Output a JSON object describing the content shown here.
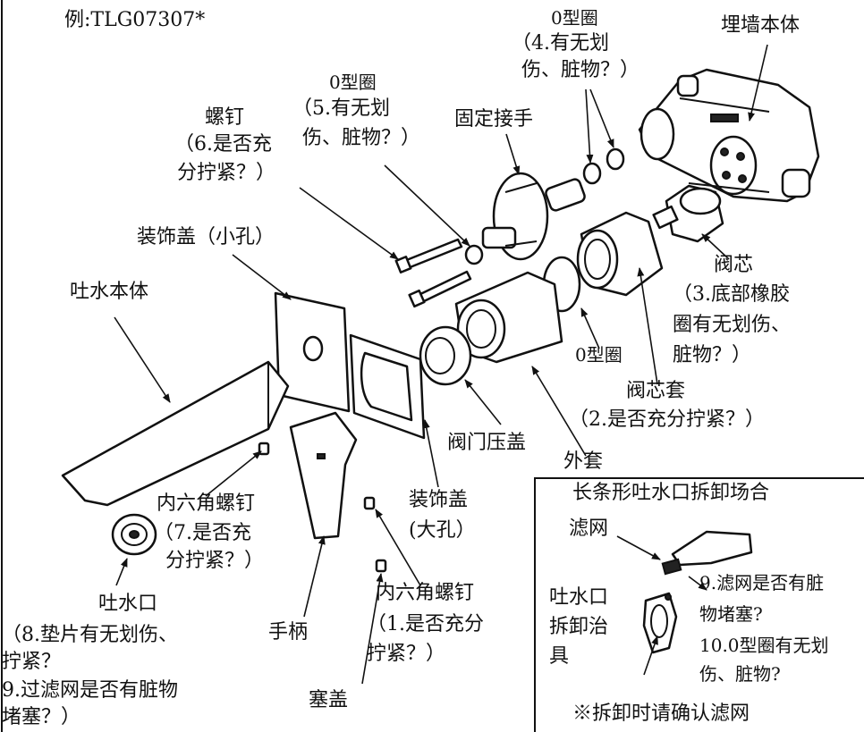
{
  "model_example": "例:TLG07307*",
  "labels": {
    "oring_top_title": "0型圈",
    "oring_top_note_1": "（4.有无划",
    "oring_top_note_2": "伤、脏物？）",
    "wall_body": "埋墙本体",
    "oring_mid_title": "0型圈",
    "oring_mid_note_1": "（5.有无划",
    "oring_mid_note_2": "伤、脏物？）",
    "fixed_joint": "固定接手",
    "screw_title": "螺钉",
    "screw_note_1": "（6.是否充",
    "screw_note_2": "分拧紧？）",
    "cover_small": "装饰盖（小孔）",
    "spout_body": "吐水本体",
    "valve_core_title": "阀芯",
    "valve_core_note_1": "（3.底部橡胶",
    "valve_core_note_2": "圈有无划伤、",
    "valve_core_note_3": "脏物？）",
    "oring_low": "0型圈",
    "valve_sleeve_title": "阀芯套",
    "valve_sleeve_note": "（2.是否充分拧紧？）",
    "valve_gland": "阀门压盖",
    "outer_sleeve": "外套",
    "hex_screw_left_title": "内六角螺钉",
    "hex_screw_left_note_1": "（7.是否充",
    "hex_screw_left_note_2": "分拧紧？）",
    "cover_large_title": "装饰盖",
    "cover_large_note": "(大孔）",
    "outlet_title": "吐水口",
    "outlet_note_1": "（8.垫片有无划伤、",
    "outlet_note_2": "拧紧？",
    "outlet_note_3": "9.过滤网是否有脏物",
    "outlet_note_4": "堵塞？）",
    "handle": "手柄",
    "hex_screw_right_title": "内六角螺钉",
    "hex_screw_right_note_1": "（1.是否充分",
    "hex_screw_right_note_2": "拧紧？）",
    "plug_cap": "塞盖"
  },
  "inset": {
    "title": "长条形吐水口拆卸场合",
    "filter": "滤网",
    "tool_1": "吐水口",
    "tool_2": "拆卸治",
    "tool_3": "具",
    "note_9_1": "9.滤网是否有脏",
    "note_9_2": "物堵塞?",
    "note_10_1": "10.0型圈有无划",
    "note_10_2": "伤、脏物?",
    "footer": "※拆卸时请确认滤网"
  }
}
